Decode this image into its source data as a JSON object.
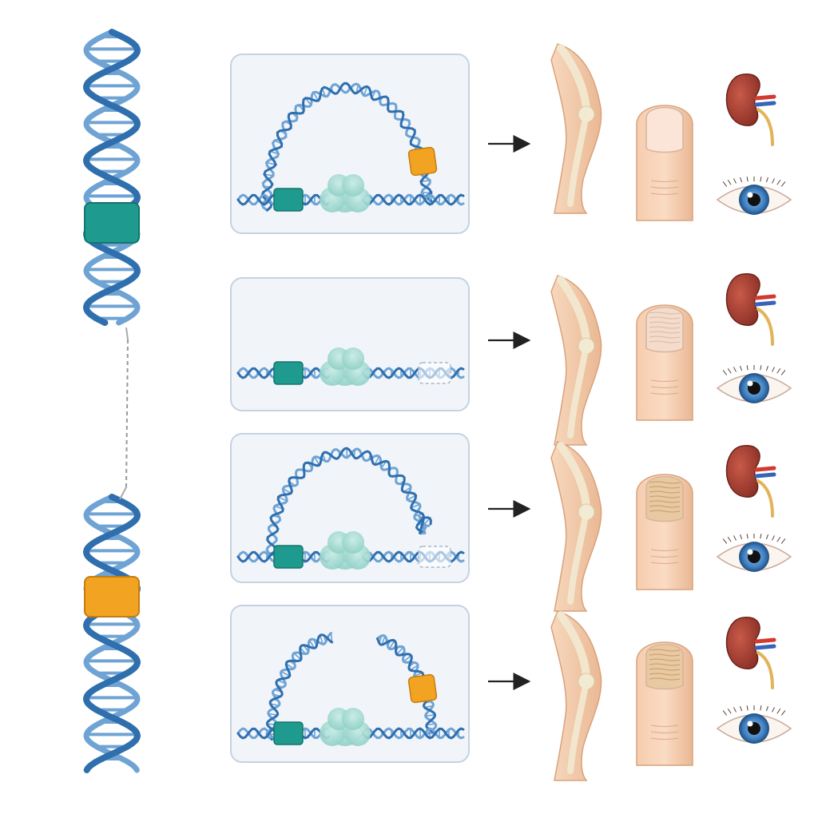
{
  "colors": {
    "background": "#ffffff",
    "dna_strand": "#2f6fae",
    "dna_strand_light": "#6fa3d4",
    "enhancer_teal": "#1f9a8f",
    "insulator_orange": "#f2a322",
    "promoter_complex": "#a8dcd4",
    "panel_fill": "#f1f5fa",
    "panel_border": "#c5d2e2",
    "arrow": "#222222",
    "skin": "#f3c9a7",
    "bone": "#f2ead2",
    "kidney": "#9d3a2e",
    "iris": "#3f7fc0"
  },
  "genome_elements": [
    {
      "name": "enhancer-block",
      "color": "#1f9a8f"
    },
    {
      "name": "insulator-block",
      "color": "#f2a322"
    }
  ],
  "rows": [
    {
      "id": "row-1",
      "loop": "full",
      "has_orange": true,
      "missing_element": false,
      "nail": "normal"
    },
    {
      "id": "row-2",
      "loop": "none",
      "has_orange": false,
      "missing_element": true,
      "nail": "mildly-ridged"
    },
    {
      "id": "row-3",
      "loop": "open",
      "has_orange": false,
      "missing_element": true,
      "nail": "dystrophic"
    },
    {
      "id": "row-4",
      "loop": "broken",
      "has_orange": true,
      "missing_element": false,
      "nail": "dystrophic"
    }
  ],
  "phenotype_icons": [
    "leg-knee-icon",
    "fingernail-icon",
    "kidney-icon",
    "eye-icon"
  ]
}
